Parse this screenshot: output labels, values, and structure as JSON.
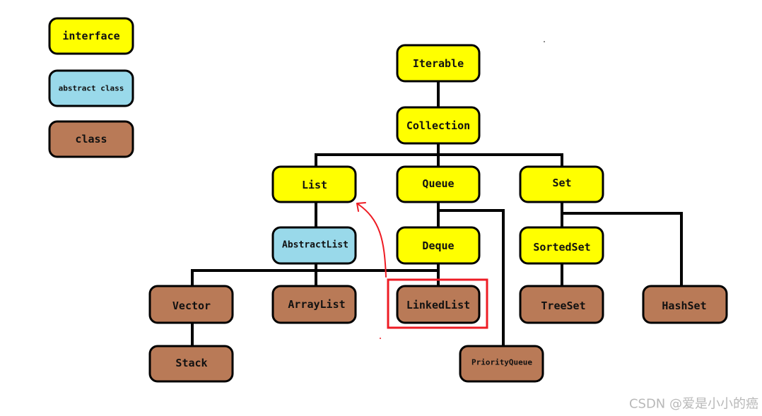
{
  "colors": {
    "interface": "#ffff00",
    "abstract": "#99d9ea",
    "class": "#b97a57",
    "edge": "#000000",
    "highlight": "#ee1c24",
    "watermark": "#b8b8b8"
  },
  "legend": {
    "interface": "interface",
    "abstract": "abstract class",
    "class": "class"
  },
  "nodes": {
    "iterable": "Iterable",
    "collection": "Collection",
    "list": "List",
    "queue": "Queue",
    "set": "Set",
    "abstractlist": "AbstractList",
    "deque": "Deque",
    "sortedset": "SortedSet",
    "vector": "Vector",
    "arraylist": "ArrayList",
    "linkedlist": "LinkedList",
    "treeset": "TreeSet",
    "hashset": "HashSet",
    "stack": "Stack",
    "priorityqueue": "PriorityQueue"
  },
  "watermark": "CSDN @爱是小小的癌"
}
